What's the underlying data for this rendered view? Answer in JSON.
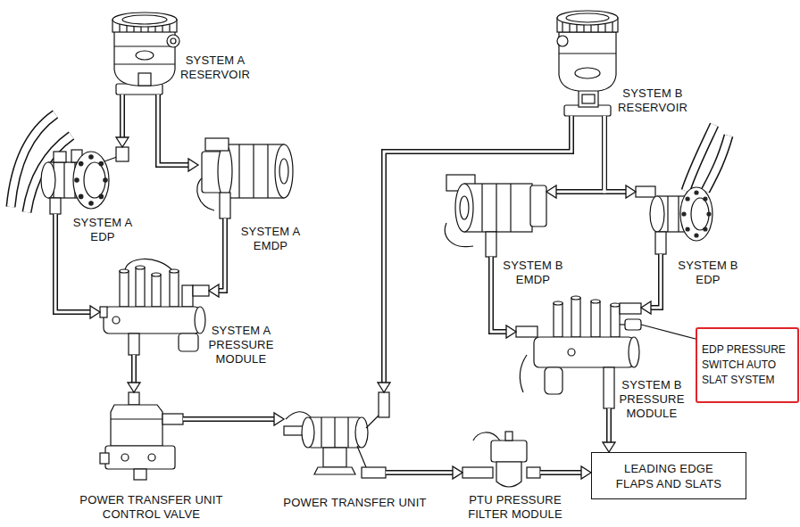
{
  "diagram": {
    "nodes": [
      {
        "text": [
          "SYSTEM A RESERVOIR"
        ]
      },
      {
        "text": [
          "SYSTEM A EDP"
        ]
      },
      {
        "text": [
          "SYSTEM A EMDP"
        ]
      },
      {
        "text": [
          "SYSTEM A PRESSURE MODULE"
        ]
      },
      {
        "text": [
          "POWER TRANSFER UNIT CONTROL VALVE"
        ]
      },
      {
        "text": [
          "POWER TRANSFER UNIT"
        ]
      },
      {
        "text": [
          "PTU PRESSURE FILTER MODULE"
        ]
      },
      {
        "text": [
          "SYSTEM B RESERVOIR"
        ]
      },
      {
        "text": [
          "SYSTEM B EMDP"
        ]
      },
      {
        "text": [
          "SYSTEM B EDP"
        ]
      },
      {
        "text": [
          "SYSTEM B PRESSURE MODULE"
        ]
      },
      {
        "text": [
          "LEADING EDGE FLAPS AND SLATS"
        ]
      },
      {
        "text": [
          "EDP PRESSURE SWITCH AUTO SLAT SYSTEM"
        ]
      }
    ],
    "edges": [
      {
        "from": 0,
        "to": 1,
        "arrow": "to"
      },
      {
        "from": 0,
        "to": 2,
        "arrow": "to"
      },
      {
        "from": 1,
        "to": 3,
        "arrow": "to"
      },
      {
        "from": 2,
        "to": 3,
        "arrow": "to"
      },
      {
        "from": 3,
        "to": 4,
        "arrow": "to"
      },
      {
        "from": 4,
        "to": 5,
        "arrow": "to"
      },
      {
        "from": 7,
        "to": 5,
        "arrow": "to"
      },
      {
        "from": 7,
        "to": 8,
        "arrow": "to"
      },
      {
        "from": 7,
        "to": 9,
        "arrow": "to"
      },
      {
        "from": 8,
        "to": 10,
        "arrow": "to"
      },
      {
        "from": 9,
        "to": 10,
        "arrow": "to"
      },
      {
        "from": 10,
        "to": 11,
        "arrow": "to"
      },
      {
        "from": 5,
        "to": 6,
        "arrow": "to"
      },
      {
        "from": 6,
        "to": 11,
        "arrow": "to"
      },
      {
        "from": 12,
        "to": 10,
        "arrow": "none"
      }
    ]
  }
}
